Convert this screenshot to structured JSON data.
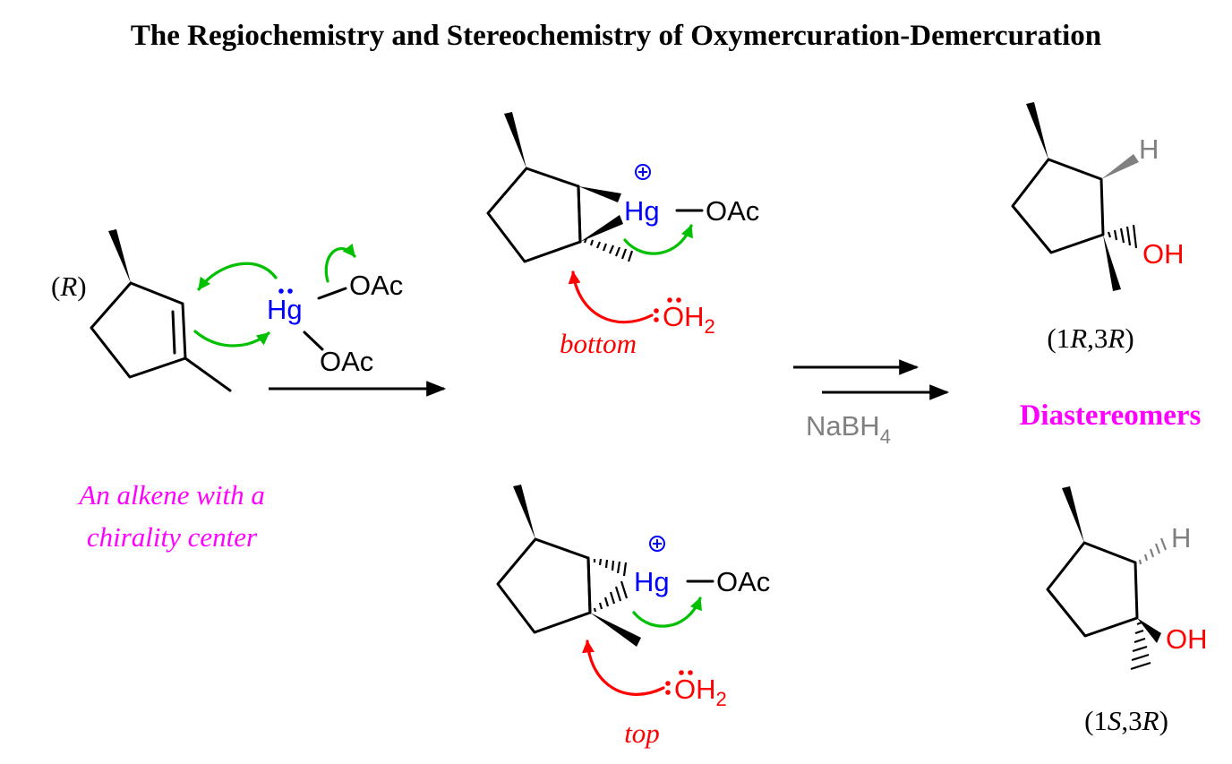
{
  "title": "The Regiochemistry and Stereochemistry of Oxymercuration-Demercuration",
  "reactant": {
    "stereo_descriptor_open": "(",
    "stereo_descriptor_letter": "R",
    "stereo_descriptor_close": ")",
    "caption_line1": "An alkene with a",
    "caption_line2": "chirality center"
  },
  "reagent": {
    "metal": "Hg",
    "ligand1": "OAc",
    "ligand2": "OAc"
  },
  "intermediates": {
    "top_path": {
      "metal": "Hg",
      "ligand": "OAc",
      "charge": "+",
      "nucleophile_O": "O",
      "nucleophile_H": "H",
      "nucleophile_sub": "2",
      "face_label": "bottom"
    },
    "bottom_path": {
      "metal": "Hg",
      "ligand": "OAc",
      "charge": "+",
      "nucleophile_O": "O",
      "nucleophile_H": "H",
      "nucleophile_sub": "2",
      "face_label": "top"
    }
  },
  "conditions": {
    "reagent_main": "NaBH",
    "reagent_sub": "4"
  },
  "products": {
    "product1": {
      "H_label": "H",
      "OH_label": "OH",
      "config": [
        "(1",
        "R",
        ",3",
        "R",
        ")"
      ]
    },
    "product2": {
      "H_label": "H",
      "OH_label": "OH",
      "config": [
        "(1",
        "S",
        ",3",
        "R",
        ")"
      ]
    },
    "relationship": "Diastereomers"
  },
  "colors": {
    "black": "#000000",
    "mercury_blue": "#0000ff",
    "oxygen_red": "#ff0000",
    "arrow_green": "#00c000",
    "magenta": "#ff00ff",
    "gray": "#808080"
  }
}
